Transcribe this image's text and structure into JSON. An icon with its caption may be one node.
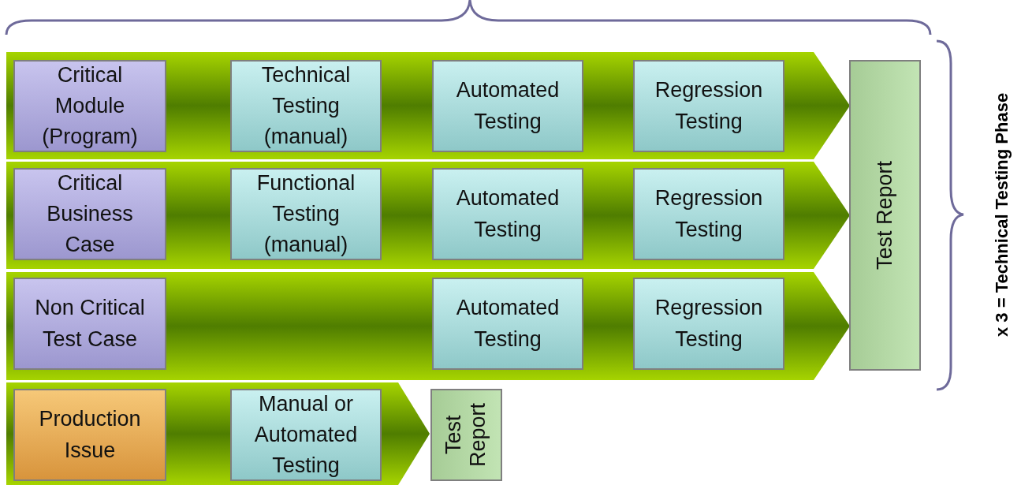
{
  "diagram": {
    "nodes": [
      {
        "text": [],
        "shape": "arrow"
      },
      {
        "text": [
          "Critical Module (Program)"
        ],
        "in": 0
      },
      {
        "text": [
          "Technical Testing (manual)"
        ],
        "in": 0
      },
      {
        "text": [
          "Automated Testing"
        ],
        "in": 0
      },
      {
        "text": [
          "Regression Testing"
        ],
        "in": 0
      },
      {
        "text": [],
        "shape": "arrow"
      },
      {
        "text": [
          "Critical Business Case"
        ],
        "in": 5
      },
      {
        "text": [
          "Functional Testing (manual)"
        ],
        "in": 5
      },
      {
        "text": [
          "Automated Testing"
        ],
        "in": 5
      },
      {
        "text": [
          "Regression Testing"
        ],
        "in": 5
      },
      {
        "text": [],
        "shape": "arrow"
      },
      {
        "text": [
          "Non Critical Test Case"
        ],
        "in": 10
      },
      {
        "text": [
          "Automated Testing"
        ],
        "in": 10
      },
      {
        "text": [
          "Regression Testing"
        ],
        "in": 10
      },
      {
        "text": [
          "Test Report"
        ]
      },
      {
        "text": [],
        "shape": "arrow"
      },
      {
        "text": [
          "Production Issue"
        ],
        "in": 15
      },
      {
        "text": [
          "Manual or Automated Testing"
        ],
        "in": 15
      },
      {
        "text": [
          "Test Report"
        ]
      }
    ],
    "edges": [],
    "labels": [
      "x 3 = Technical Testing Phase"
    ]
  }
}
